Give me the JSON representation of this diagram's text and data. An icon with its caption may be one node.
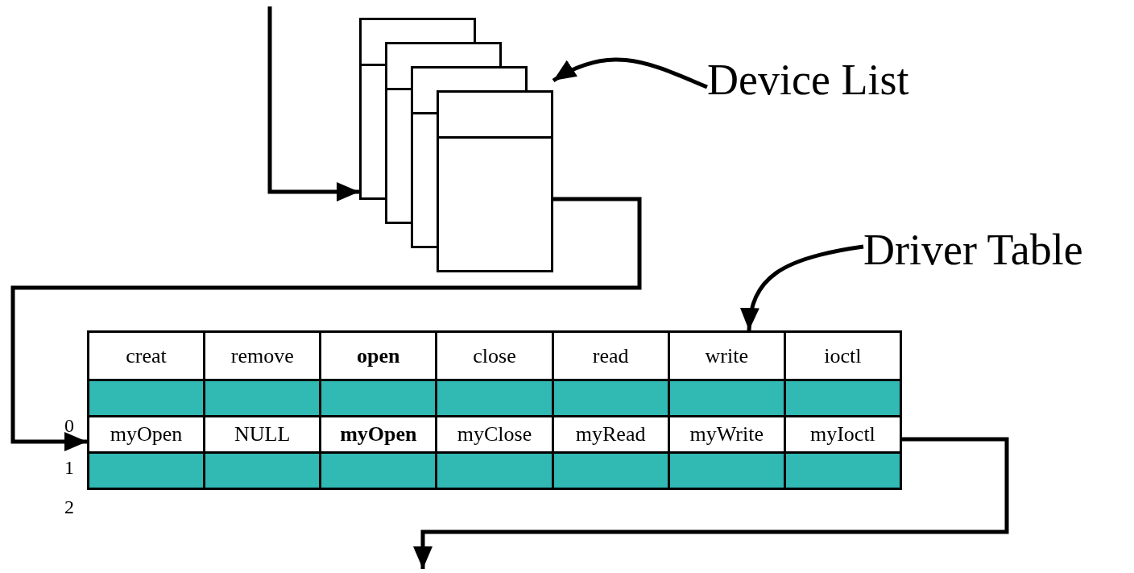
{
  "diagram": {
    "nodes": [
      {
        "text": [
          "Device List"
        ]
      },
      {
        "text": [
          "Driver Table"
        ]
      },
      {
        "text": [],
        "shape": "box"
      },
      {
        "text": [],
        "shape": "table"
      }
    ],
    "edges": [
      {
        "from": null,
        "to": 2,
        "arrow": "to"
      },
      {
        "from": 2,
        "to": 3,
        "arrow": "to"
      },
      {
        "from": 0,
        "to": 2,
        "arrow": "to"
      },
      {
        "from": 1,
        "to": 3,
        "arrow": "to"
      },
      {
        "from": 3,
        "to": null,
        "arrow": "to"
      }
    ],
    "labels": [
      "creat",
      "remove",
      "open",
      "close",
      "read",
      "write",
      "ioctl",
      "0",
      "myOpen",
      "NULL",
      "myOpen",
      "myClose",
      "myRead",
      "myWrite",
      "myIoctl",
      "1",
      "2"
    ]
  }
}
